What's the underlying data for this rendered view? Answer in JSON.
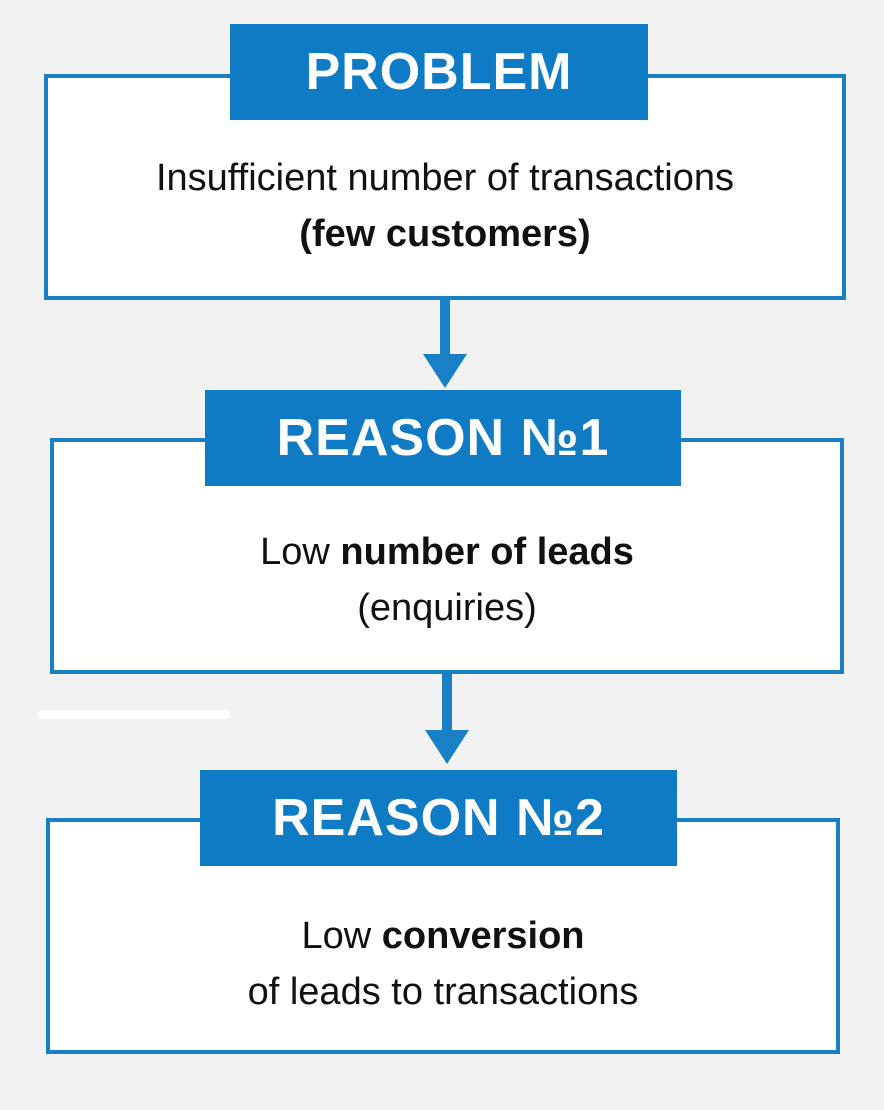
{
  "problem": {
    "title": "PROBLEM",
    "line1": "Insufficient number of transactions",
    "line2_bold": "(few customers)"
  },
  "reason1": {
    "title": "REASON №1",
    "line1_plain": "Low ",
    "line1_bold": "number of leads",
    "line2": "(enquiries)"
  },
  "reason2": {
    "title": "REASON №2",
    "line1_plain": "Low ",
    "line1_bold": "conversion",
    "line2": "of leads to transactions"
  },
  "colors": {
    "accent": "#0f7bc4",
    "border": "#1a80c6",
    "background": "#f2f2f2"
  }
}
